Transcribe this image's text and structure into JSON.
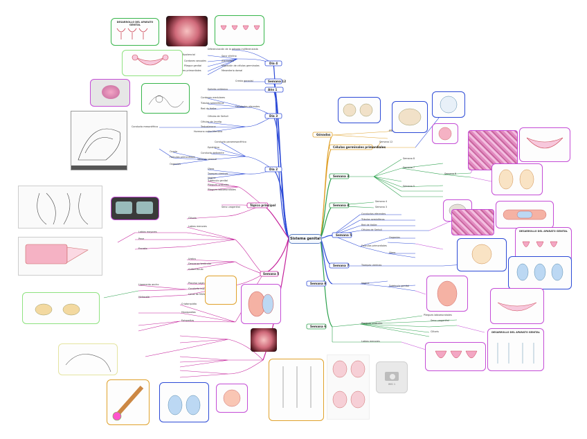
{
  "central": "Sistema genital",
  "branches": {
    "semana_3": "Semana 3",
    "semana_4": "Semana 4",
    "semana_5": "Semana 5",
    "semana_6": "Semana 6",
    "semana_7": "Semana 7",
    "semana_8": "Semana 8",
    "semana_12": "Semana 12",
    "gonadas": "Gónadas",
    "celulas_germinales": "Células germinales primordiales",
    "tema_principal": "Tópico principal",
    "semana_5_left": "Semana 5",
    "dia_4": "Día 4",
    "dia_3": "Día 3",
    "dia_2": "Día 2",
    "ano_1": "Año 1"
  },
  "images": {
    "top_title": "DESARROLLO DEL APARATO GENITAL",
    "right_title": "DESARROLLO DEL APARATO GENITAL",
    "right2_title": "DESARROLLO DEL APARATO GENITAL",
    "camera_caption": "IMG 1"
  },
  "labels": [
    "Diferenciación de la gónada indiferenciada",
    "Día 3",
    "Bipotencial",
    "Cordones sexuales",
    "Pliegue genital",
    "Células germinales primordiales",
    "Saco vitelino",
    "Alantoides",
    "Migración de células germinales",
    "Mesenterio dorsal",
    "Cresta gonadal",
    "Epitelio celómico",
    "Cordones medulares",
    "Túbulos seminíferos",
    "Red de Haller",
    "Conductos eferentes",
    "Células de Sertoli",
    "Células de Leydig",
    "Testosterona",
    "Hormona antimülleriana",
    "Conducto mesonéfrico",
    "Conducto paramesonéfrico",
    "Epidídimo",
    "Conducto deferente",
    "Vesícula seminal",
    "Ovario",
    "Folículos primordiales",
    "Oogonias",
    "Útero",
    "Trompas uterinas",
    "Vagina",
    "Tubérculo genital",
    "Pliegues uretrales",
    "Pliegues labioescrotales",
    "Seno urogenital",
    "Clítoris",
    "Labios menores",
    "Labios mayores",
    "Pene",
    "Escroto",
    "Uretra",
    "Descenso testicular",
    "Gubernáculo",
    "Proceso vaginal",
    "Conducto inguinal",
    "Canal de Müller",
    "Ligamento ancho",
    "Hidrocele",
    "Criptorquidia",
    "Hipospadias",
    "Epispadias",
    "Semana 12",
    "Semana 8",
    "Semana 7",
    "Semana 6",
    "Semana 5",
    "Semana 4",
    "Semana 3"
  ]
}
